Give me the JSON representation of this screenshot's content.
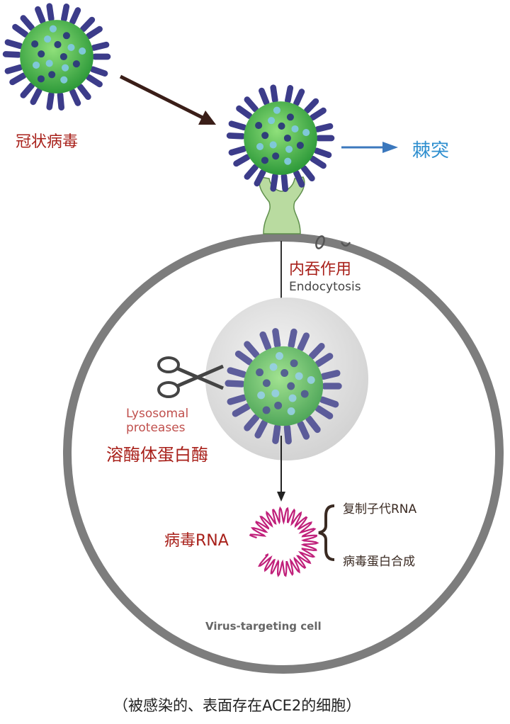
{
  "labels": {
    "coronavirus": "冠状病毒",
    "spike": "棘突",
    "endocytosis_cn": "内吞作用",
    "endocytosis_en": "Endocytosis",
    "lysosomal_en_1": "Lysosomal",
    "lysosomal_en_2": "proteases",
    "lysosomal_cn": "溶酶体蛋白酶",
    "viral_rna": "病毒RNA",
    "replicate": "复制子代RNA",
    "protein_synthesis": "病毒蛋白合成",
    "cell_label": "Virus-targeting cell",
    "caption": "（被感染的、表面存在ACE2的细胞）"
  },
  "colors": {
    "red_text": "#a8201a",
    "blue_text": "#2f8fcf",
    "cell_membrane": "#7d7d7d",
    "virus_body": "#5cc24a",
    "virus_spike": "#3c3c8a",
    "receptor": "#b9dba0",
    "rna": "#c0207a"
  }
}
